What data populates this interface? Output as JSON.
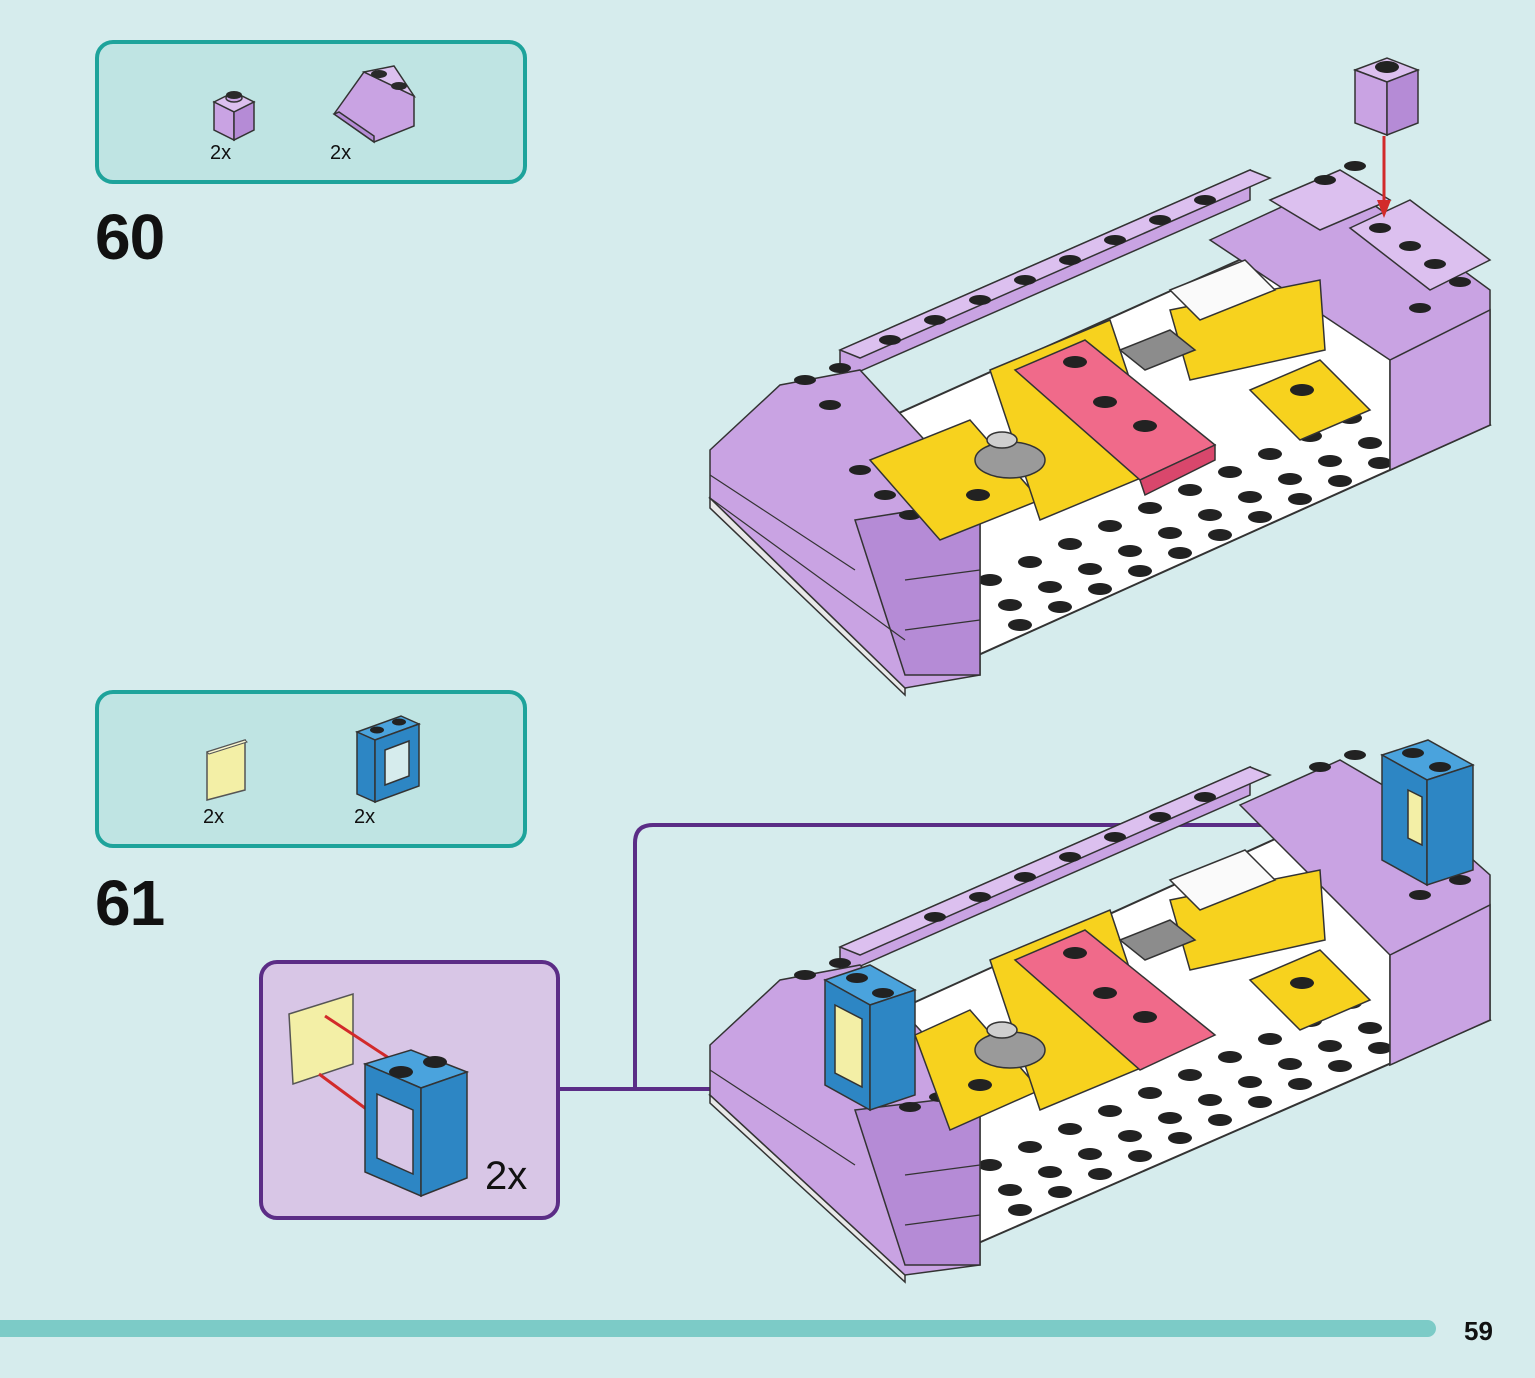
{
  "steps": [
    {
      "number": "60",
      "parts": [
        {
          "qty": "2x",
          "icon": "lavender-1x1-brick-icon",
          "color": "#c9a3e3"
        },
        {
          "qty": "2x",
          "icon": "lavender-2x2-slope-icon",
          "color": "#c9a3e3"
        }
      ]
    },
    {
      "number": "61",
      "parts": [
        {
          "qty": "2x",
          "icon": "light-yellow-window-pane-icon",
          "color": "#f3efa6"
        },
        {
          "qty": "2x",
          "icon": "blue-window-frame-icon",
          "color": "#2d86c4"
        }
      ],
      "subassembly": {
        "qty": "2x"
      }
    }
  ],
  "colors": {
    "background": "#d6eced",
    "parts_box_fill": "#bfe4e3",
    "parts_box_border": "#1ea39b",
    "callout_fill": "#d8c6e6",
    "callout_border": "#5b2d86",
    "lavender": "#c9a3e3",
    "pink": "#f06a8a",
    "yellow": "#f7d21e",
    "blue": "#2d86c4",
    "arrow_red": "#d22a2a"
  },
  "footer": {
    "page_number": "59"
  }
}
